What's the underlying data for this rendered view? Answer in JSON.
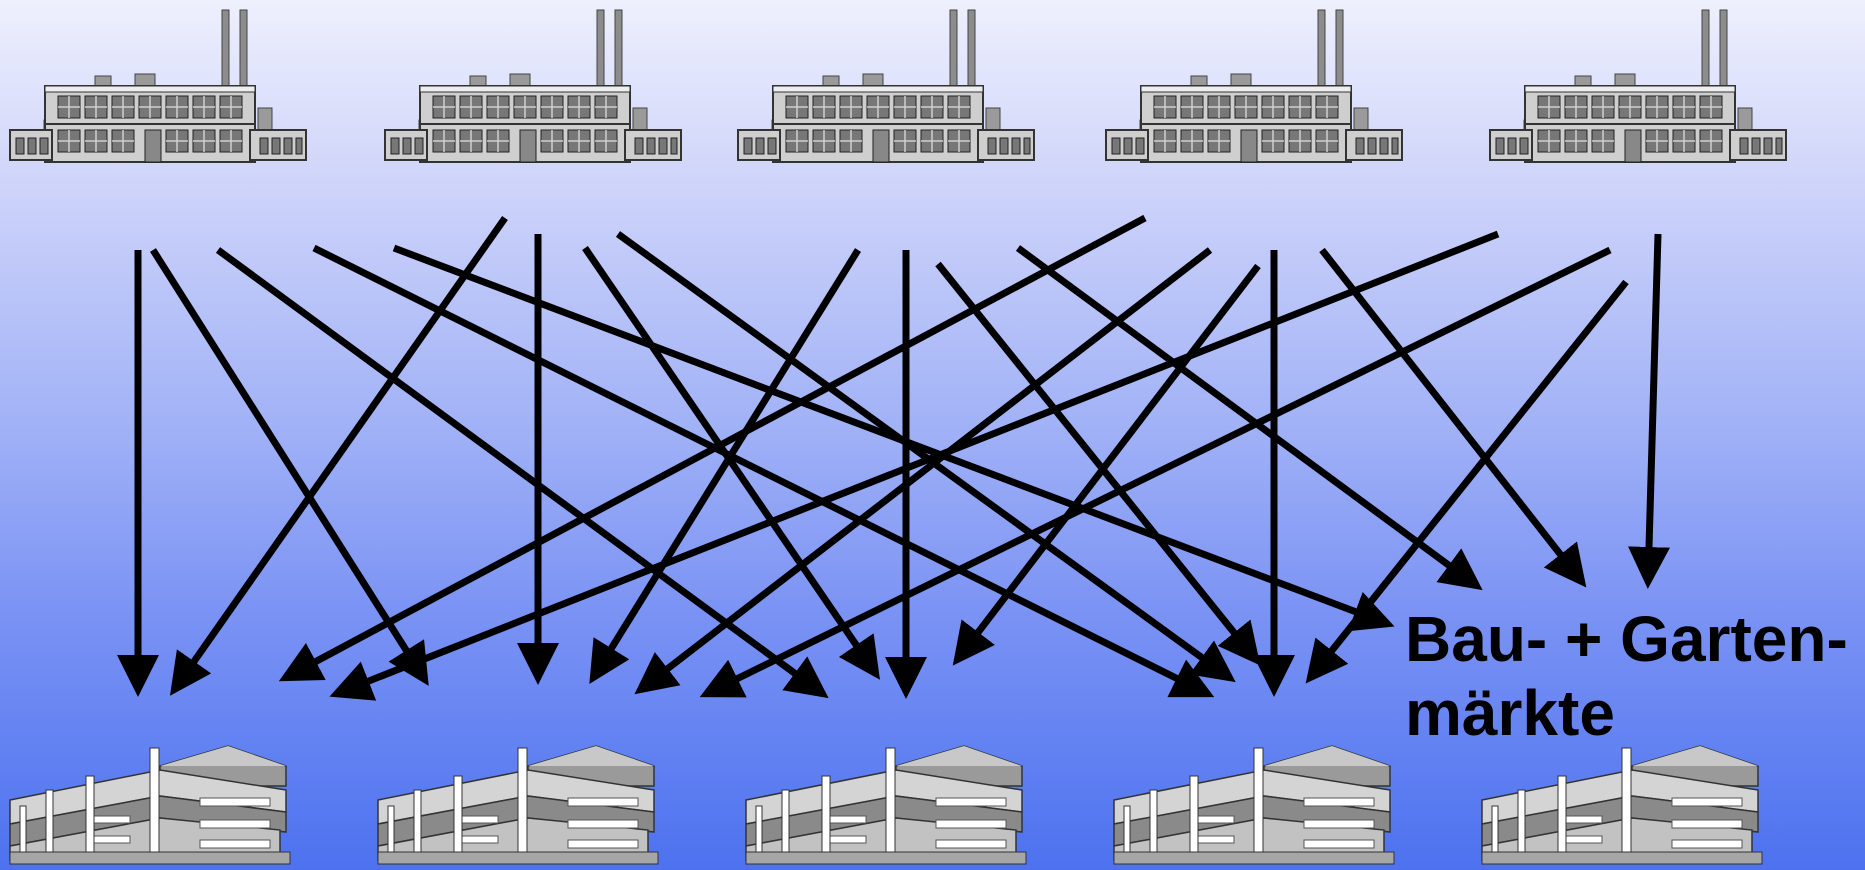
{
  "label": {
    "line1": "Bau- + Garten-",
    "line2": "märkte"
  },
  "icons": {
    "factory": "factory-icon",
    "market": "market-building-icon"
  },
  "colors": {
    "arrow": "#000000",
    "building_light": "#d9d9d9",
    "building_dark": "#7f7f7f"
  },
  "factories": [
    "factory-1",
    "factory-2",
    "factory-3",
    "factory-4",
    "factory-5"
  ],
  "markets": [
    "market-1",
    "market-2",
    "market-3",
    "market-4",
    "market-5"
  ]
}
